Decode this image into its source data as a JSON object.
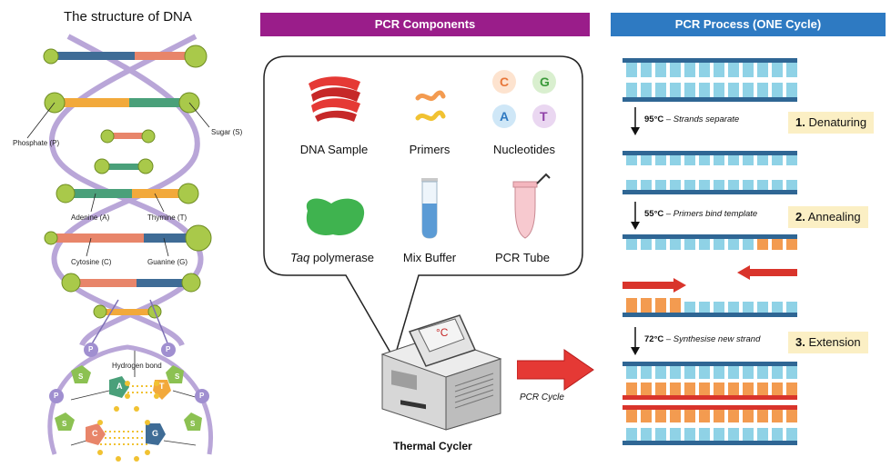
{
  "dna": {
    "title": "The structure of DNA",
    "labels": {
      "phosphate": "Phosphate (P)",
      "sugar": "Sugar (S)",
      "adenine": "Adenine (A)",
      "thymine": "Thymine (T)",
      "cytosine": "Cytosine (C)",
      "guanine": "Guanine (G)",
      "hydrogen_bond": "Hydrogen bond"
    },
    "bases": {
      "a": "A",
      "t": "T",
      "c": "C",
      "g": "G",
      "p": "P",
      "s": "S"
    }
  },
  "components": {
    "banner": "PCR Components",
    "items": {
      "dna_sample": "DNA Sample",
      "primers": "Primers",
      "nucleotides": "Nucleotides",
      "taq_italic": "Taq",
      "taq_rest": " polymerase",
      "mix_buffer": "Mix Buffer",
      "pcr_tube": "PCR Tube"
    },
    "nucleotide_letters": {
      "c": "C",
      "g": "G",
      "a": "A",
      "t": "T"
    },
    "machine_label": "Thermal Cycler",
    "machine_display": "°C",
    "arrow_label": "PCR Cycle"
  },
  "process": {
    "banner": "PCR Process  (ONE Cycle)",
    "steps": [
      {
        "temp": "95°C",
        "desc": "Strands separate",
        "num": "1.",
        "name": "Denaturing"
      },
      {
        "temp": "55°C",
        "desc": "Primers bind template",
        "num": "2.",
        "name": "Annealing"
      },
      {
        "temp": "72°C",
        "desc": "Synthesise new strand",
        "num": "3.",
        "name": "Extension"
      }
    ]
  },
  "colors": {
    "components_banner": "#9a1d8a",
    "process_banner": "#2e7ac2",
    "strand": "#2f6694",
    "template_base": "#8fd2e6",
    "new_base": "#f39b50",
    "primer_arrow": "#d9342b",
    "new_strand_red": "#d9342b"
  }
}
